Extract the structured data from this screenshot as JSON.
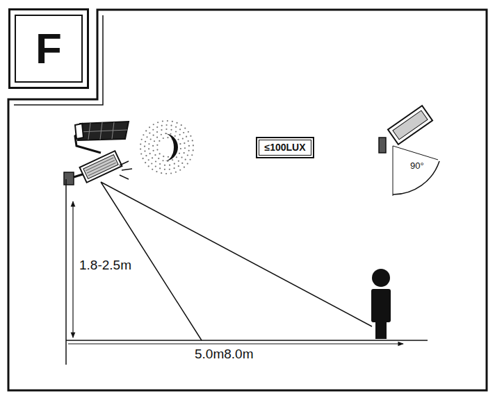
{
  "diagram": {
    "nodes": [
      {
        "text": [
          "F"
        ]
      },
      {
        "text": [
          "≤100LUX"
        ]
      }
    ],
    "labels": [
      "1.8-2.5m",
      "90°",
      "5.0m8.0m"
    ]
  }
}
